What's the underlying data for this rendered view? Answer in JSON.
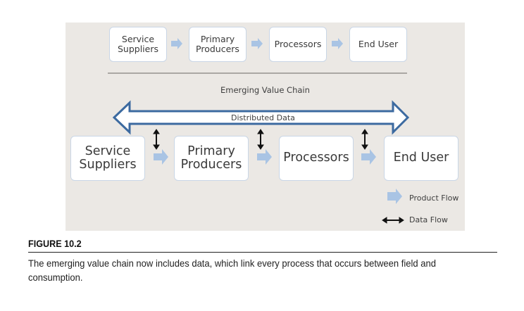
{
  "figure": {
    "current_chain": {
      "steps": [
        "Service Suppliers",
        "Primary Producers",
        "Processors",
        "End User"
      ],
      "steps_lines": [
        [
          "Service",
          "Suppliers"
        ],
        [
          "Primary",
          "Producers"
        ],
        [
          "Processors"
        ],
        [
          "End User"
        ]
      ]
    },
    "emerging_chain": {
      "title": "Emerging Value Chain",
      "data_band_label": "Distributed Data",
      "steps_lines": [
        [
          "Service",
          "Suppliers"
        ],
        [
          "Primary",
          "Producers"
        ],
        [
          "Processors"
        ],
        [
          "End User"
        ]
      ]
    },
    "legend": {
      "product_flow": "Product Flow",
      "data_flow": "Data Flow"
    },
    "colors": {
      "panel_bg": "#ebe8e4",
      "box_border": "#c9d6e6",
      "product_arrow": "#a9c4e4",
      "distributed_arrow_stroke": "#3c6aa0"
    }
  },
  "caption": {
    "label": "FIGURE 10.2",
    "text": "The emerging value chain now includes data, which link every process that occurs between field and consumption."
  }
}
